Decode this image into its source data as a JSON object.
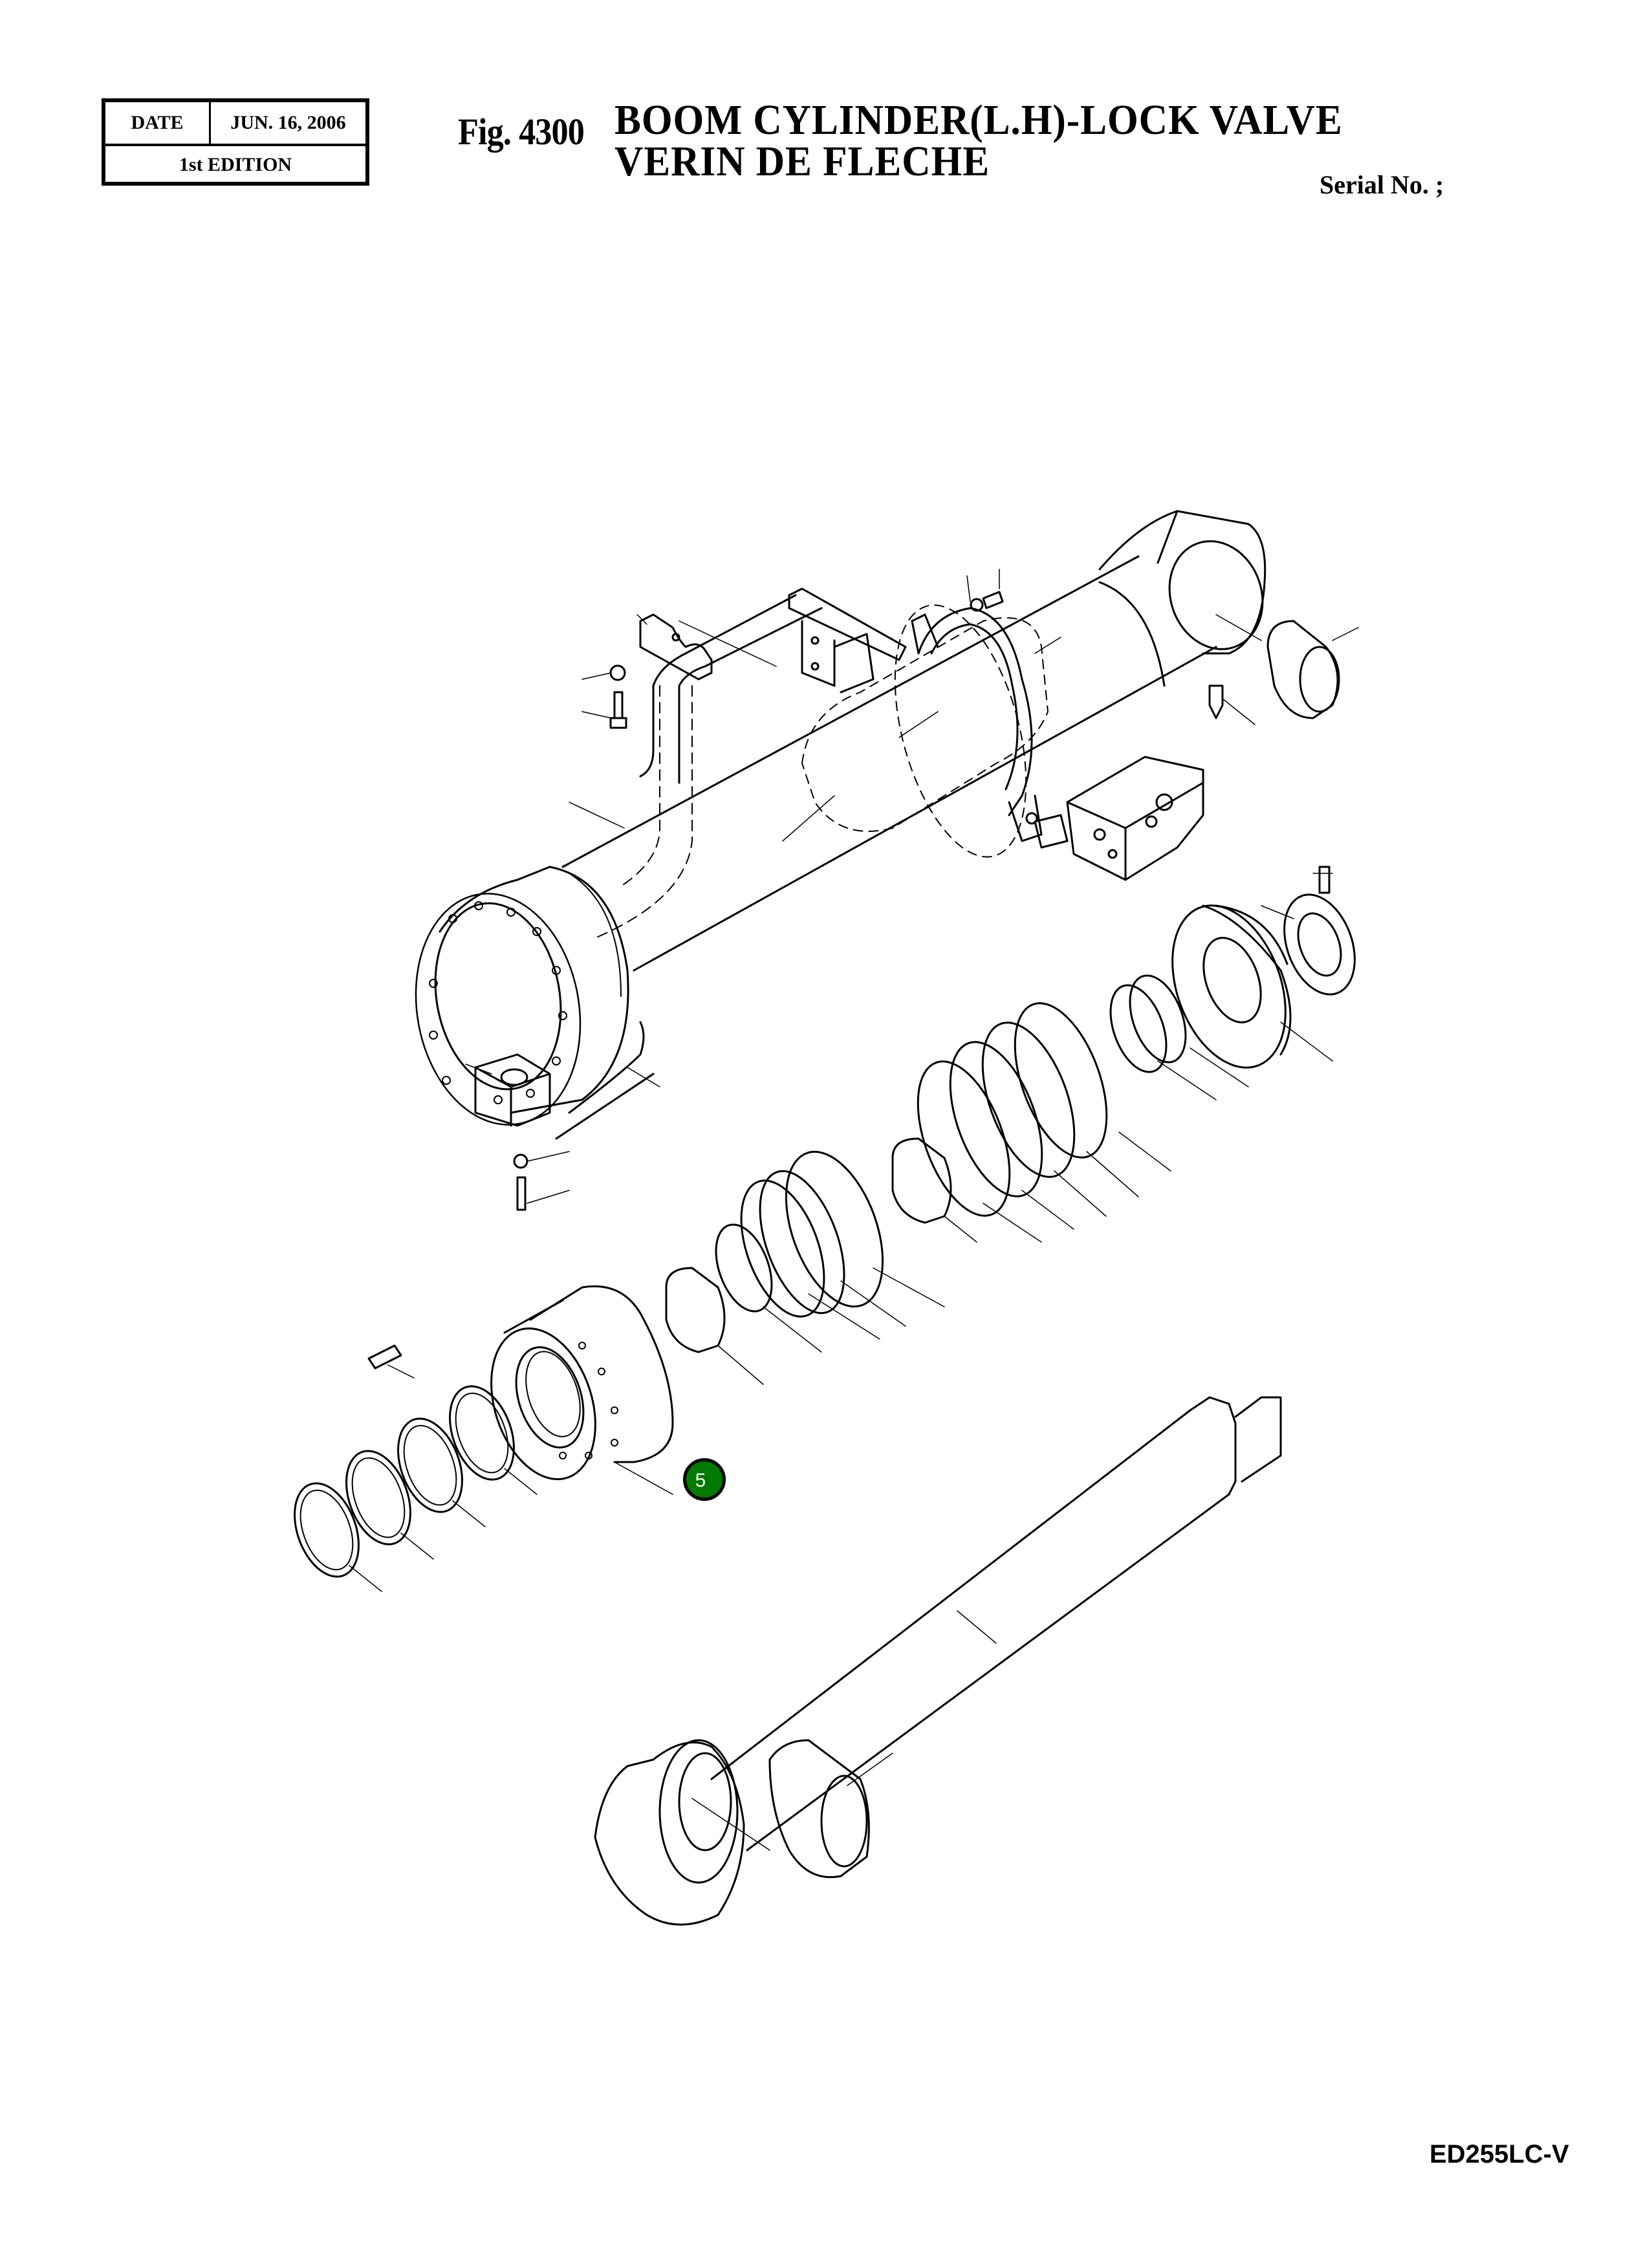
{
  "header": {
    "date_label": "DATE",
    "date_value": "JUN. 16, 2006",
    "edition": "1st EDITION",
    "figure_number": "Fig. 4300",
    "title_en": "BOOM CYLINDER(L.H)-LOCK VALVE",
    "title_fr": "VERIN DE FLECHE",
    "serial_label": "Serial No. ;"
  },
  "diagram": {
    "subject": "Exploded view of boom cylinder with lock valve",
    "callouts": [
      {
        "number": "5",
        "color": "#007a00",
        "text_color": "#ffffff"
      }
    ]
  },
  "footer": {
    "model_code": "ED255LC-V"
  }
}
